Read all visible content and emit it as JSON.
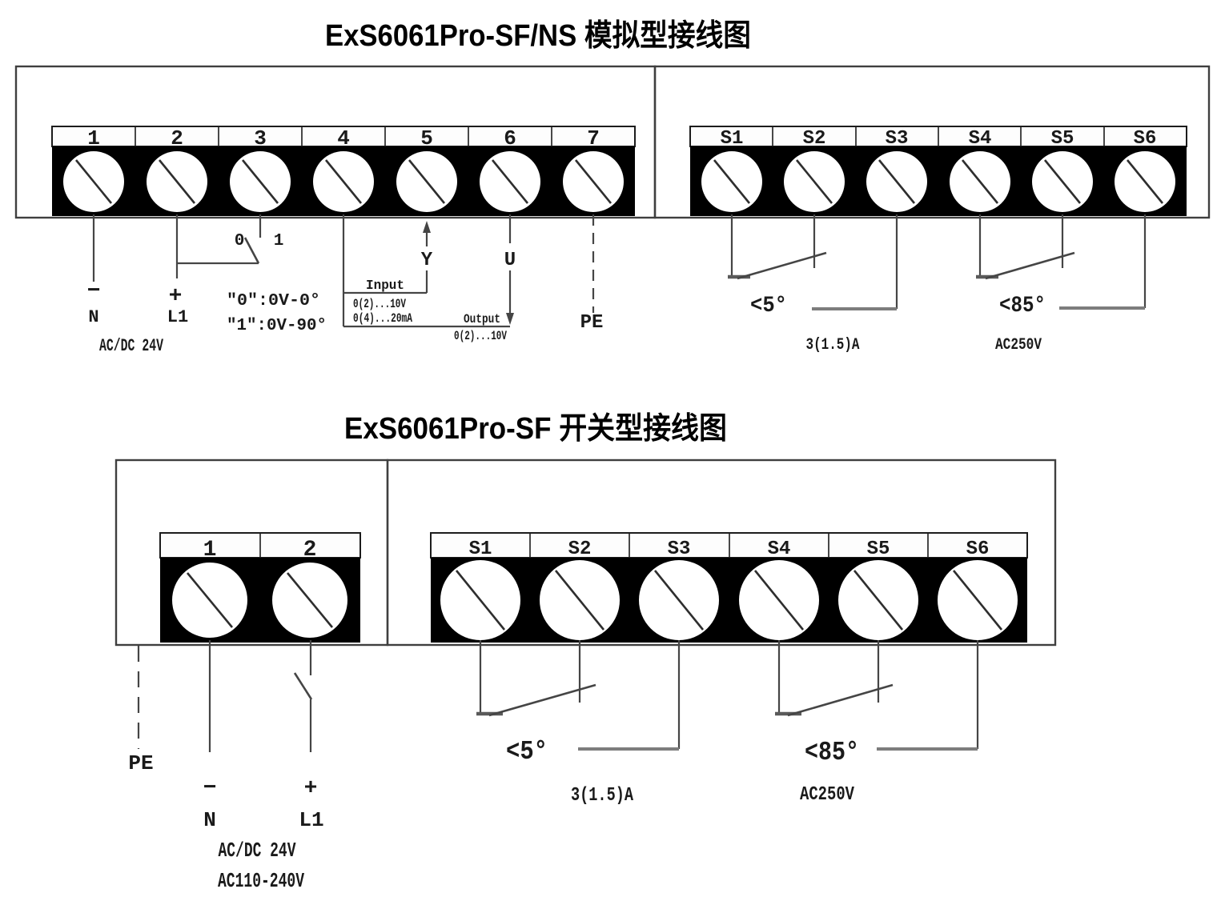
{
  "colors": {
    "background": "#ffffff",
    "line": "#454545",
    "block_fill": "#000000",
    "text": "#1a1a1a",
    "gray_line": "#7d7d7d"
  },
  "analog": {
    "title": "ExS6061Pro-SF/NS 模拟型接线图",
    "power_block": {
      "terminals": [
        "1",
        "2",
        "3",
        "4",
        "5",
        "6",
        "7"
      ]
    },
    "signal_block": {
      "terminals": [
        "S1",
        "S2",
        "S3",
        "S4",
        "S5",
        "S6"
      ]
    },
    "labels": {
      "minus": "−",
      "n": "N",
      "plus": "+",
      "l1": "L1",
      "supply": "AC/DC 24V",
      "pos0": "0",
      "pos1": "1",
      "mode0": "″0″:0V-0°",
      "mode1": "″1″:0V-90°",
      "input_title": "Input",
      "input_v": "0(2)...10V",
      "input_ma": "0(4)...20mA",
      "y": "Y",
      "u": "U",
      "output_title": "Output",
      "output_v": "0(2)...10V",
      "pe": "PE",
      "angle_low": "<5°",
      "current": "3(1.5)A",
      "angle_high": "<85°",
      "voltage": "AC250V"
    }
  },
  "switch": {
    "title": "ExS6061Pro-SF 开关型接线图",
    "power_block": {
      "terminals": [
        "1",
        "2"
      ]
    },
    "signal_block": {
      "terminals": [
        "S1",
        "S2",
        "S3",
        "S4",
        "S5",
        "S6"
      ]
    },
    "labels": {
      "pe": "PE",
      "minus": "−",
      "n": "N",
      "plus": "+",
      "l1": "L1",
      "supply1": "AC/DC 24V",
      "supply2": "AC110-240V",
      "angle_low": "<5°",
      "current": "3(1.5)A",
      "angle_high": "<85°",
      "voltage": "AC250V"
    }
  }
}
